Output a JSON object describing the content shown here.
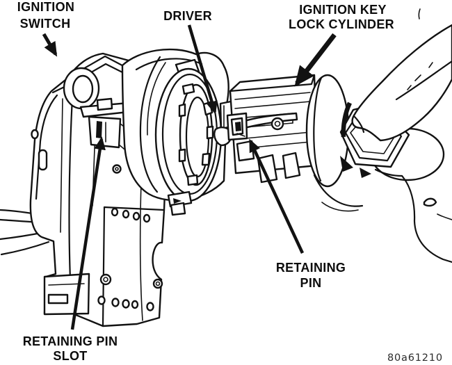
{
  "figure": {
    "code": "80a61210",
    "labels": {
      "ignition_switch": {
        "line1": "IGNITION",
        "line2": "SWITCH"
      },
      "driver": {
        "line1": "DRIVER"
      },
      "ignition_key_lock_cylinder": {
        "line1": "IGNITION KEY",
        "line2": "LOCK CYLINDER"
      },
      "retaining_pin": {
        "line1": "RETAINING",
        "line2": "PIN"
      },
      "retaining_pin_slot": {
        "line1": "RETAINING PIN",
        "line2": "SLOT"
      }
    },
    "colors": {
      "ink": "#121212",
      "paper": "#ffffff",
      "code_text": "#2b2b2b"
    }
  }
}
